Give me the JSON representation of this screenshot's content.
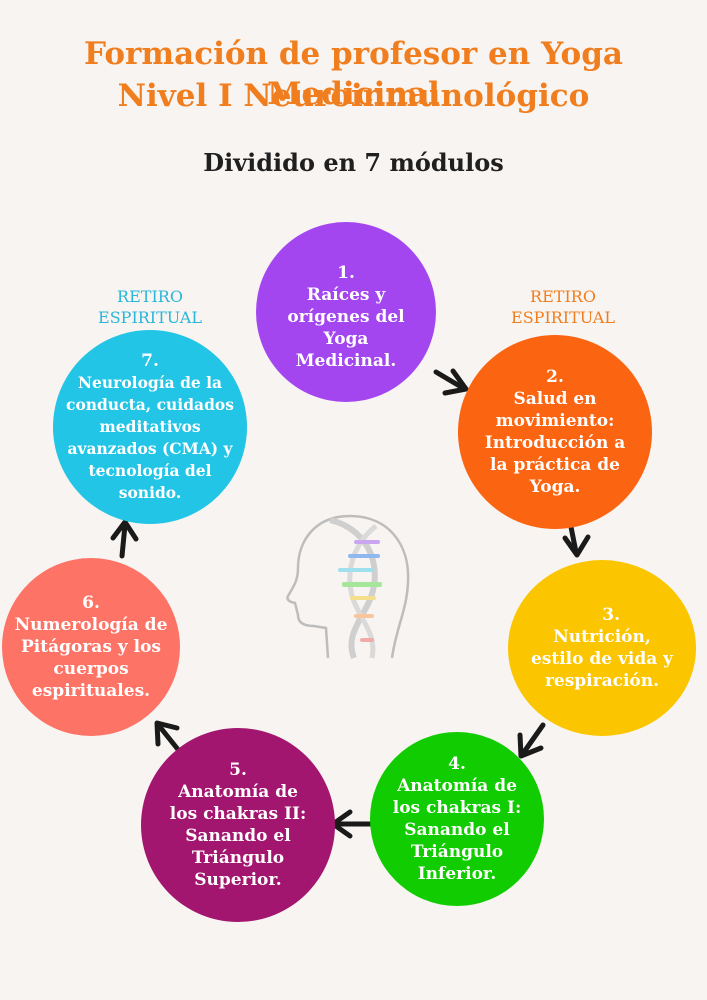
{
  "header": {
    "title_line1": "Formación de profesor en Yoga Medicinal",
    "title_line2": "Nivel I Neuroinmunológico",
    "subtitle": "Dividido en 7 módulos"
  },
  "colors": {
    "title": "#f07e1e",
    "retreat_left": "#29b6d8",
    "retreat_right": "#f07e1e",
    "arrow": "#1a1a1a"
  },
  "retreats": {
    "left": [
      "RETIRO",
      "ESPIRITUAL"
    ],
    "right": [
      "RETIRO",
      "ESPIRITUAL"
    ]
  },
  "modules": [
    {
      "number": "1.",
      "lines": [
        "Raíces y",
        "orígenes del",
        "Yoga",
        "Medicinal."
      ],
      "color": "#a346f0"
    },
    {
      "number": "2.",
      "lines": [
        "Salud en",
        "movimiento:",
        "Introducción a",
        "la práctica de",
        "Yoga."
      ],
      "color": "#fb6410"
    },
    {
      "number": "3.",
      "lines": [
        "Nutrición,",
        "estilo de vida y",
        "respiración."
      ],
      "color": "#fbc500"
    },
    {
      "number": "4.",
      "lines": [
        "Anatomía de",
        "los chakras I:",
        "Sanando el",
        "Triángulo",
        "Inferior."
      ],
      "color": "#11cc00"
    },
    {
      "number": "5.",
      "lines": [
        "Anatomía de",
        "los chakras II:",
        "Sanando el",
        "Triángulo",
        "Superior."
      ],
      "color": "#a3166f"
    },
    {
      "number": "6.",
      "lines": [
        "Numerología de",
        "Pitágoras y los",
        "cuerpos",
        "espirituales."
      ],
      "color": "#fd7467"
    },
    {
      "number": "7.",
      "lines": [
        "Neurología de la",
        "conducta,  cuidados",
        "meditativos",
        "avanzados (CMA) y",
        "tecnología del",
        "sonido."
      ],
      "color": "#23c5e6"
    }
  ],
  "center_icon": "head-dna-icon"
}
